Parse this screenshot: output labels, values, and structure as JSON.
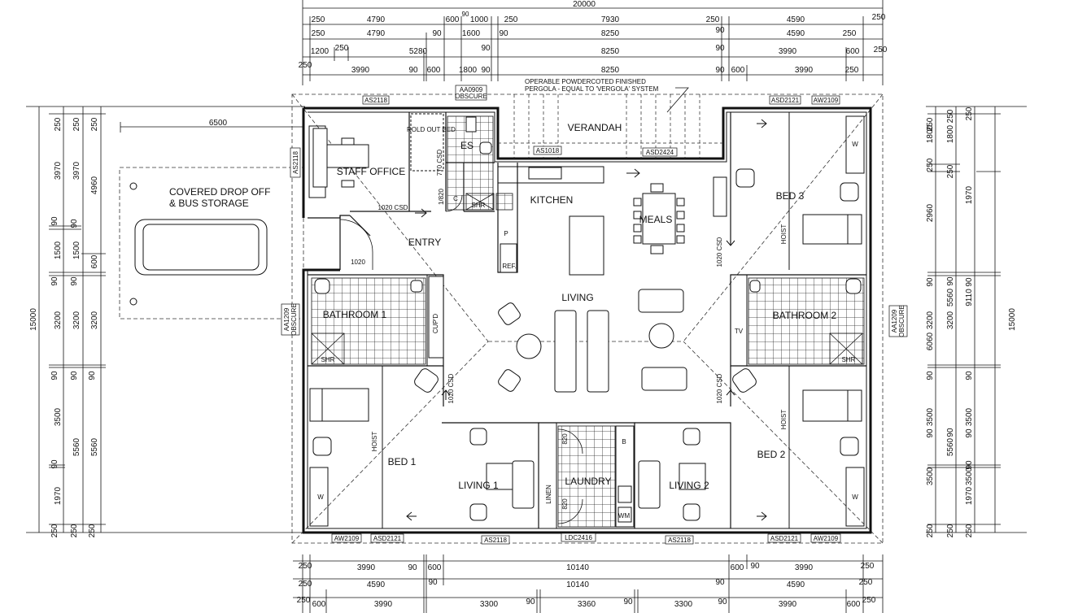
{
  "dims_top": [
    {
      "total": "20000"
    },
    {
      "row1": [
        "250",
        "4790",
        "600",
        "1000",
        "250",
        "7930",
        "250",
        "4590",
        "250"
      ],
      "row1_small": "90"
    },
    {
      "row2": [
        "250",
        "4790",
        "90",
        "1600",
        "90",
        "8250",
        "90",
        "4590",
        "250"
      ]
    },
    {
      "row3": [
        "1200",
        "250",
        "5280",
        "90",
        "8250",
        "90",
        "3990",
        "600",
        "250"
      ]
    },
    {
      "row4": [
        "250",
        "3990",
        "90",
        "600",
        "1800",
        "90",
        "8250",
        "90",
        "600",
        "3990",
        "250"
      ]
    }
  ],
  "dims_bottom": {
    "row1": [
      "250",
      "3990",
      "90",
      "600",
      "10140",
      "600",
      "90",
      "3990",
      "250"
    ],
    "row2": [
      "250",
      "4590",
      "90",
      "10140",
      "90",
      "4590",
      "250"
    ],
    "row3": [
      "250",
      "600",
      "3990",
      "3300",
      "90",
      "3360",
      "90",
      "3300",
      "90",
      "3990",
      "600",
      "250"
    ]
  },
  "dims_left": {
    "total": "15000",
    "col1": [
      "250",
      "3970",
      "90",
      "1500",
      "90",
      "3200",
      "90",
      "3500",
      "90",
      "1970",
      "250"
    ],
    "col2": [
      "250",
      "3970",
      "90",
      "1500",
      "90",
      "3200",
      "90",
      "5560",
      "250"
    ],
    "col3": [
      "250",
      "4960",
      "600",
      "3200",
      "90",
      "5560",
      "250"
    ],
    "offset": "6500"
  },
  "dims_right": {
    "total": "15000",
    "col1": [
      "250",
      "1800",
      "250",
      "2960",
      "90",
      "3200",
      "90",
      "3500",
      "90",
      "3500",
      "250"
    ],
    "col2": [
      "250",
      "1800",
      "250",
      "5560",
      "90",
      "3200",
      "90",
      "5560",
      "250"
    ],
    "col3": [
      "250",
      "1970",
      "90",
      "3500",
      "90",
      "9110",
      "6060",
      "90",
      "3500",
      "90",
      "1970",
      "250"
    ]
  },
  "rooms": {
    "staff_office": "STAFF OFFICE",
    "roll_out_bed": "ROLD OUT BED",
    "es": "ES",
    "verandah": "VERANDAH",
    "kitchen": "KITCHEN",
    "meals": "MEALS",
    "bed3": "BED 3",
    "entry": "ENTRY",
    "living": "LIVING",
    "bathroom1": "BATHROOM 1",
    "bathroom2": "BATHROOM 2",
    "bed1": "BED 1",
    "bed2": "BED 2",
    "living1": "LIVING 1",
    "living2": "LIVING 2",
    "laundry": "LAUNDRY",
    "covered_drop_off_1": "COVERED DROP OFF",
    "covered_drop_off_2": "& BUS STORAGE"
  },
  "note": {
    "line1": "OPERABLE POWDERCOTED FINISHED",
    "line2": "PERGOLA - EQUAL TO 'VERGOLA' SYSTEM"
  },
  "labels": {
    "shr": "SHR",
    "cupd": "CUP'D",
    "linen": "LINEN",
    "hoist": "HOIST",
    "tv": "TV",
    "w": "W",
    "p": "P",
    "ref": "REF.",
    "b": "B",
    "wm": "WM",
    "c": "C"
  },
  "doors": {
    "d1020csd": "1020 CSD",
    "d770csd": "770 CSD",
    "d1820": "1/820",
    "d1020": "1020",
    "d820": "820"
  },
  "windows": {
    "as2118": "AS2118",
    "aa0909": "AA0909",
    "obscure": "OBSCURE",
    "as1018": "AS1018",
    "asd2424": "ASD2424",
    "asd2121": "ASD2121",
    "aw2109": "AW2109",
    "aa1209": "AA1209",
    "ldc2416": "LDC2416"
  }
}
